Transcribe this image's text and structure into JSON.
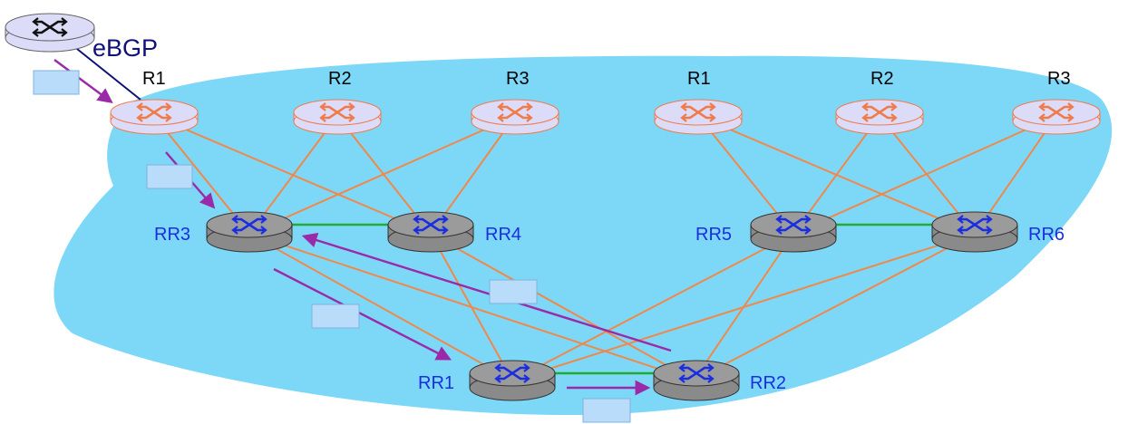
{
  "labels": {
    "ebgp": "eBGP",
    "r1_left": "R1",
    "r2_left": "R2",
    "r3_left": "R3",
    "r1_right": "R1",
    "r2_right": "R2",
    "r3_right": "R3",
    "rr1": "RR1",
    "rr2": "RR2",
    "rr3": "RR3",
    "rr4": "RR4",
    "rr5": "RR5",
    "rr6": "RR6"
  },
  "colors": {
    "as_cloud": "#7dd8f8",
    "client_router_body": "#dcdcf8",
    "client_router_stroke": "#f07a4a",
    "rr_router_body": "#8a8a8a",
    "rr_router_icon": "#1a2ee0",
    "external_router_body": "#dcdcf8",
    "ibgp_link": "#f0884a",
    "rr_mesh_link": "#22aa33",
    "ebgp_link": "#10107a",
    "update_arrow": "#9a2aa8",
    "update_box": "#b8dcfa",
    "rr_label": "#1a2ee0"
  },
  "icons": [
    "router-icon",
    "route-reflector-icon",
    "update-message-icon"
  ]
}
